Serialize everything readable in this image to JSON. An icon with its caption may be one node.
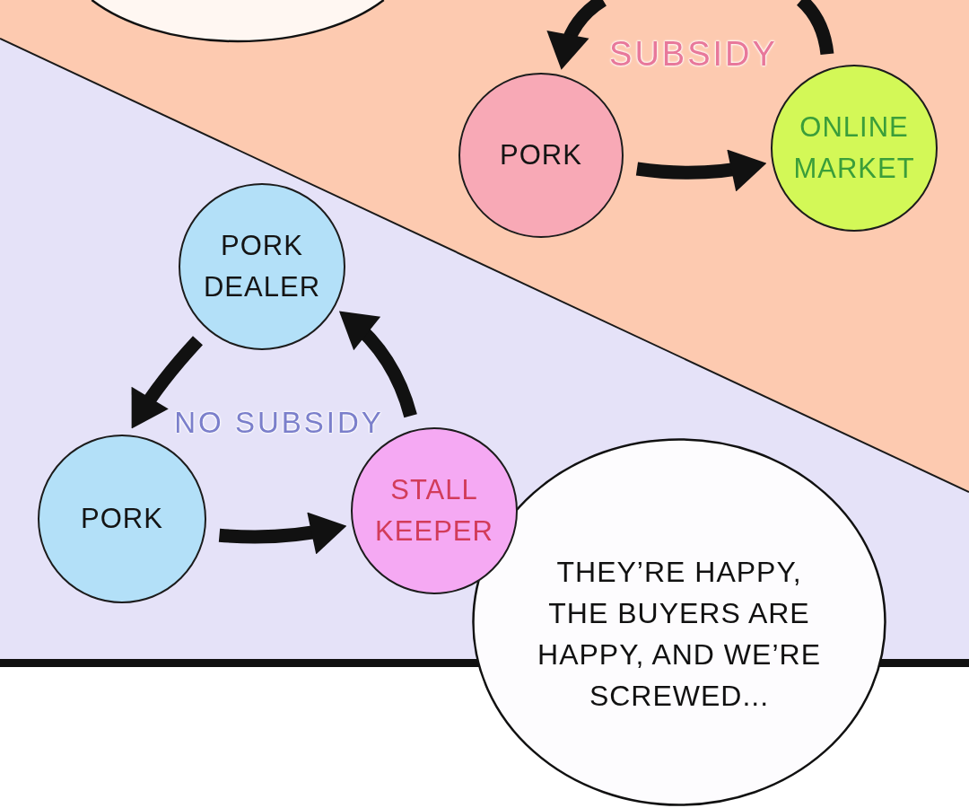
{
  "diagram": {
    "nodes": [
      {
        "text": [
          "PORK"
        ]
      },
      {
        "text": [
          "ONLINE MARKET"
        ]
      },
      {
        "text": [
          "PORK DEALER"
        ]
      },
      {
        "text": [
          "PORK"
        ]
      },
      {
        "text": [
          "STALL KEEPER"
        ]
      },
      {
        "text": [
          "THEY’RE HAPPY, THE BUYERS ARE HAPPY, AND WE’RE SCREWED..."
        ]
      }
    ],
    "edges": [
      {
        "from": 1,
        "to": null,
        "arrow": "none"
      },
      {
        "from": null,
        "to": 0,
        "arrow": "to"
      },
      {
        "from": 0,
        "to": 1,
        "arrow": "to"
      },
      {
        "from": 2,
        "to": 3,
        "arrow": "to"
      },
      {
        "from": 3,
        "to": 4,
        "arrow": "to"
      },
      {
        "from": 4,
        "to": 2,
        "arrow": "to"
      }
    ],
    "labels": [
      "SUBSIDY",
      "NO SUBSIDY"
    ]
  }
}
